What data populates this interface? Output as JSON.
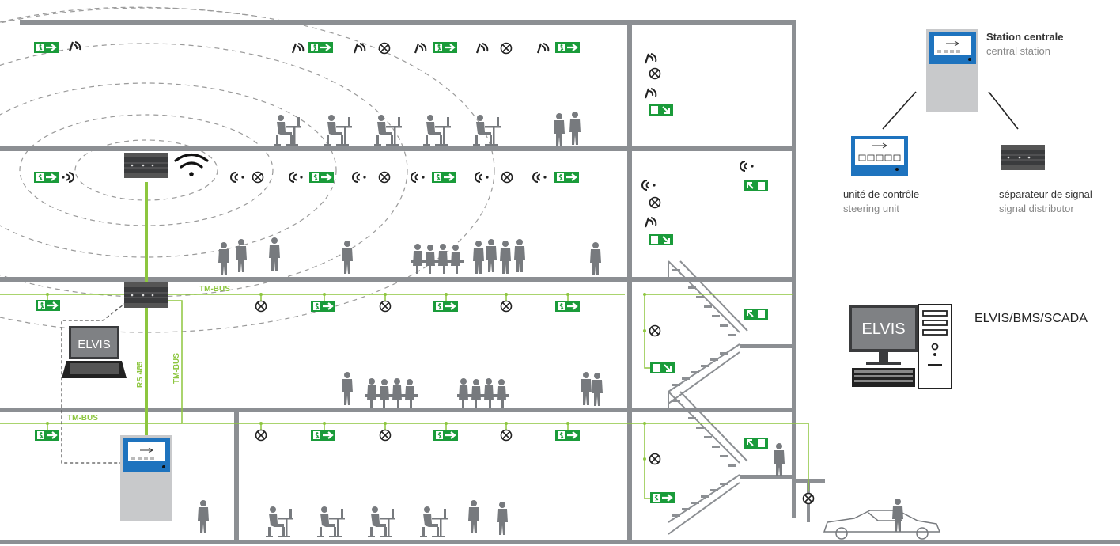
{
  "legend": {
    "central_station": {
      "label": "Station centrale",
      "sublabel": "central station"
    },
    "steering_unit": {
      "label": "unité de contrôle",
      "sublabel": "steering unit"
    },
    "signal_distributor": {
      "label": "séparateur de signal",
      "sublabel": "signal distributor"
    },
    "software": {
      "label": "ELVIS/BMS/SCADA"
    }
  },
  "labels": {
    "tm_bus": "TM-BUS",
    "rs485": "RS 485",
    "elvis_screen": "ELVIS"
  },
  "colors": {
    "bus_green": "#8dc63f",
    "exit_green": "#1a9b3a",
    "wall_grey": "#8c8f93",
    "people_grey": "#777a7e",
    "screen_blue": "#1e73be",
    "cabinet_grey": "#c8c9cb",
    "dashed_grey": "#9a9a9a"
  },
  "icons": [
    "exit-sign-icon",
    "luminaire-icon",
    "wireless-signal-icon",
    "wifi-icon",
    "laptop-icon",
    "computer-icon",
    "car-icon",
    "person-icon"
  ]
}
